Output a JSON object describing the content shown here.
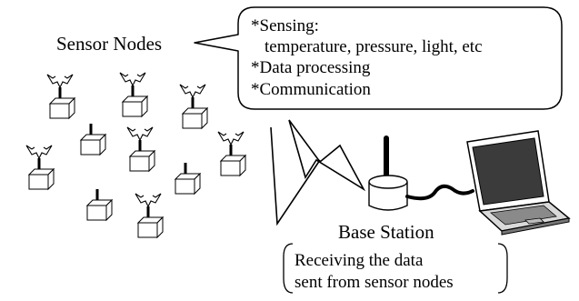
{
  "sensor_nodes": {
    "title": "Sensor Nodes",
    "callout": {
      "lines": [
        "*Sensing:",
        "temperature, pressure, light, etc",
        "*Data processing",
        "*Communication"
      ]
    }
  },
  "base_station": {
    "title": "Base Station",
    "note_lines": [
      "Receiving the data",
      "sent from sensor nodes"
    ]
  }
}
